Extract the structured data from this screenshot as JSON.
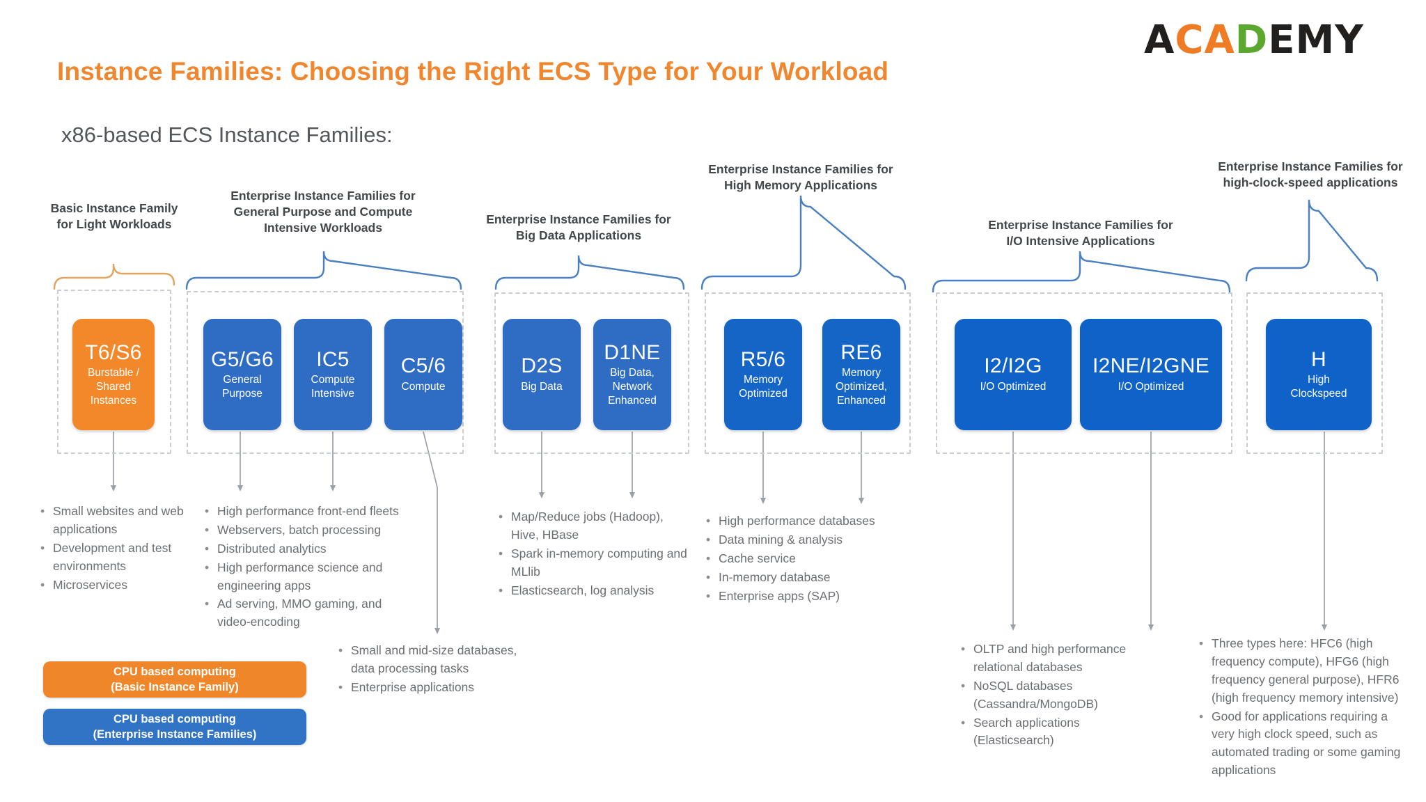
{
  "logo": {
    "text": "ACADEMY",
    "colors": {
      "base": "#221f1f",
      "orange": "#f07b25",
      "green": "#5aa82e"
    }
  },
  "header": {
    "title": "Instance Families: Choosing the Right ECS Type for Your Workload",
    "subtitle": "x86-based ECS Instance Families:",
    "title_color": "#f0872e"
  },
  "groups": [
    {
      "id": "basic",
      "caption": "Basic Instance Family\nfor Light Workloads",
      "brace_color": "#e2a35f",
      "tiles": [
        {
          "code": "T6/S6",
          "desc": "Burstable /\nShared\nInstances",
          "color": "#f3882b"
        }
      ]
    },
    {
      "id": "general-compute",
      "caption": "Enterprise Instance Families for\nGeneral Purpose and Compute\nIntensive Workloads",
      "brace_color": "#4a7fc1",
      "tiles": [
        {
          "code": "G5/G6",
          "desc": "General\nPurpose",
          "color": "#2f6dc4"
        },
        {
          "code": "IC5",
          "desc": "Compute\nIntensive",
          "color": "#2f6dc4"
        },
        {
          "code": "C5/6",
          "desc": "Compute",
          "color": "#2f6dc4"
        }
      ]
    },
    {
      "id": "big-data",
      "caption": "Enterprise Instance Families for\nBig Data Applications",
      "brace_color": "#4a7fc1",
      "tiles": [
        {
          "code": "D2S",
          "desc": "Big Data",
          "color": "#2f6dc4"
        },
        {
          "code": "D1NE",
          "desc": "Big Data,\nNetwork\nEnhanced",
          "color": "#2f6dc4"
        }
      ]
    },
    {
      "id": "high-memory",
      "caption": "Enterprise Instance Families for\nHigh Memory Applications",
      "brace_color": "#4a7fc1",
      "tiles": [
        {
          "code": "R5/6",
          "desc": "Memory\nOptimized",
          "color": "#1565c7"
        },
        {
          "code": "RE6",
          "desc": "Memory\nOptimized,\nEnhanced",
          "color": "#1565c7"
        }
      ]
    },
    {
      "id": "io-intensive",
      "caption": "Enterprise Instance Families for\nI/O Intensive Applications",
      "brace_color": "#4a7fc1",
      "tiles": [
        {
          "code": "I2/I2G",
          "desc": "I/O Optimized",
          "color": "#0f62c8"
        },
        {
          "code": "I2NE/I2GNE",
          "desc": "I/O Optimized",
          "color": "#0f62c8"
        }
      ]
    },
    {
      "id": "high-clock",
      "caption": "Enterprise Instance Families for\nhigh-clock-speed applications",
      "brace_color": "#4a7fc1",
      "tiles": [
        {
          "code": "H",
          "desc": "High\nClockspeed",
          "color": "#0f62c8"
        }
      ]
    }
  ],
  "notes": {
    "basic": [
      "Small websites and web applications",
      "Development and test environments",
      "Microservices"
    ],
    "general": [
      "High performance front-end fleets",
      "Webservers, batch processing",
      "Distributed analytics",
      "High performance science and engineering apps",
      "Ad serving, MMO gaming, and video-encoding"
    ],
    "c56": [
      "Small and mid-size databases, data processing tasks",
      "Enterprise applications"
    ],
    "bigdata": [
      "Map/Reduce jobs (Hadoop), Hive, HBase",
      "Spark in-memory computing and MLlib",
      "Elasticsearch, log analysis"
    ],
    "memory": [
      "High performance databases",
      "Data mining & analysis",
      "Cache service",
      "In-memory database",
      "Enterprise apps (SAP)"
    ],
    "io": [
      "OLTP and high performance relational databases",
      "NoSQL databases (Cassandra/MongoDB)",
      "Search applications (Elasticsearch)"
    ],
    "clock": [
      "Three types here: HFC6 (high frequency compute), HFG6 (high frequency general purpose), HFR6 (high frequency memory intensive)",
      "Good for applications requiring a very high clock speed, such as automated trading or some gaming applications"
    ]
  },
  "legend": [
    {
      "line1": "CPU based computing",
      "line2": "(Basic Instance Family)",
      "color": "#f0862a"
    },
    {
      "line1": "CPU based computing",
      "line2": "(Enterprise Instance Families)",
      "color": "#3173c4"
    }
  ],
  "bullet_glyph": "•"
}
